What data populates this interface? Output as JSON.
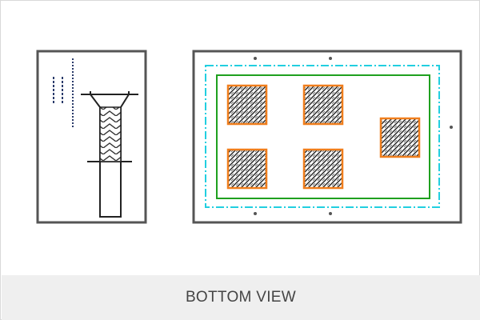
{
  "caption": "BOTTOM VIEW",
  "colors": {
    "outline": "#555555",
    "hatch_frame": "#f07e1c",
    "inner_boundary": "#1fa01f",
    "dash_boundary": "#22cfe0",
    "caption_bg": "#efefef",
    "caption_text": "#444444"
  },
  "side_view": {
    "name": "cross-section"
  },
  "bottom_view": {
    "pad_count": 5
  }
}
